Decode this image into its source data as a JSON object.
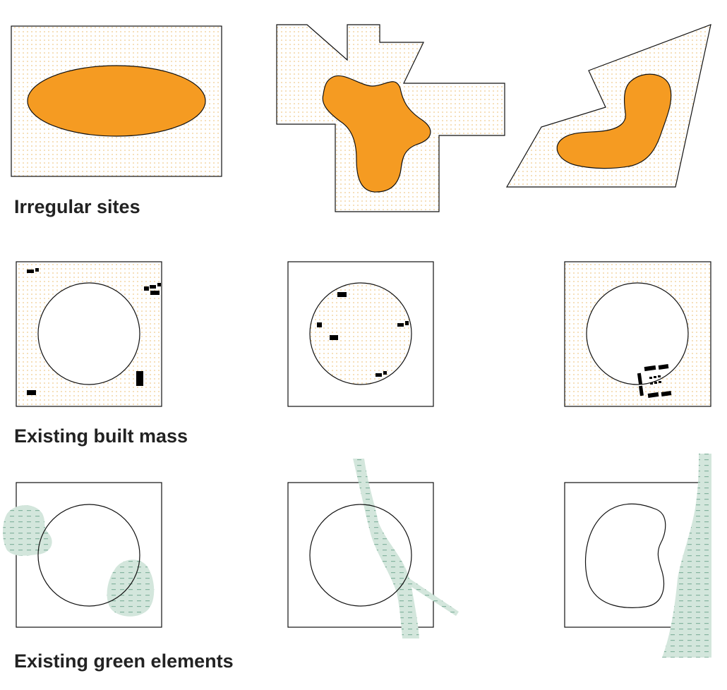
{
  "captions": {
    "irregular_sites": "Irregular sites",
    "existing_built_mass": "Existing built mass",
    "existing_green_elements": "Existing green elements"
  },
  "colors": {
    "orange_fill": "#f59b22",
    "dot_pattern": "#f0c98a",
    "green_fill": "#d3e6dc",
    "green_dash": "#84b39f",
    "built_mass": "#000000",
    "outline": "#111111"
  }
}
